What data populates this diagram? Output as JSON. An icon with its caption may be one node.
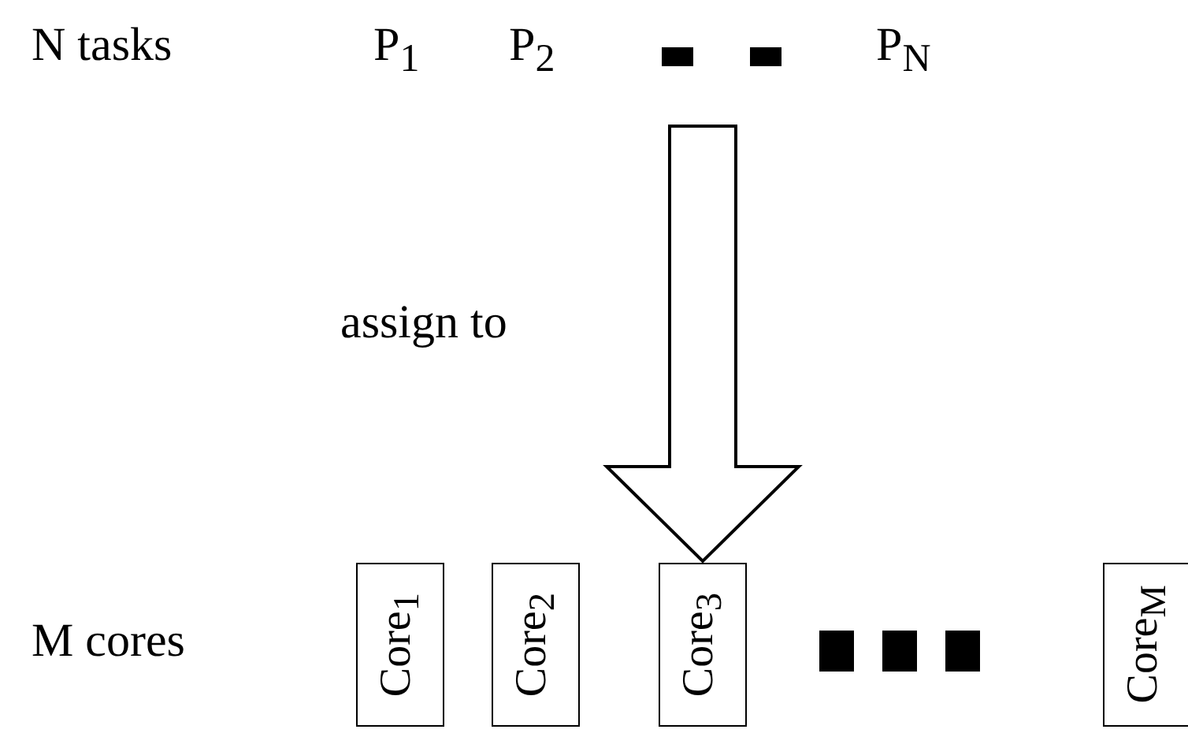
{
  "diagram": {
    "nodes": [
      {
        "text": [
          "Core$_{1}$"
        ]
      },
      {
        "text": [
          "Core$_{2}$"
        ]
      },
      {
        "text": [
          "Core$_{3}$"
        ]
      },
      {
        "text": [
          "Core$_{M}$"
        ]
      }
    ],
    "edges": [
      {
        "from": null,
        "to": 2,
        "arrow": "to",
        "label": "assign to",
        "style": "thick"
      }
    ],
    "labels": [
      "N tasks",
      "P$_{1}$",
      "P$_{2}$",
      "P$_{N}$",
      "M cores"
    ]
  }
}
